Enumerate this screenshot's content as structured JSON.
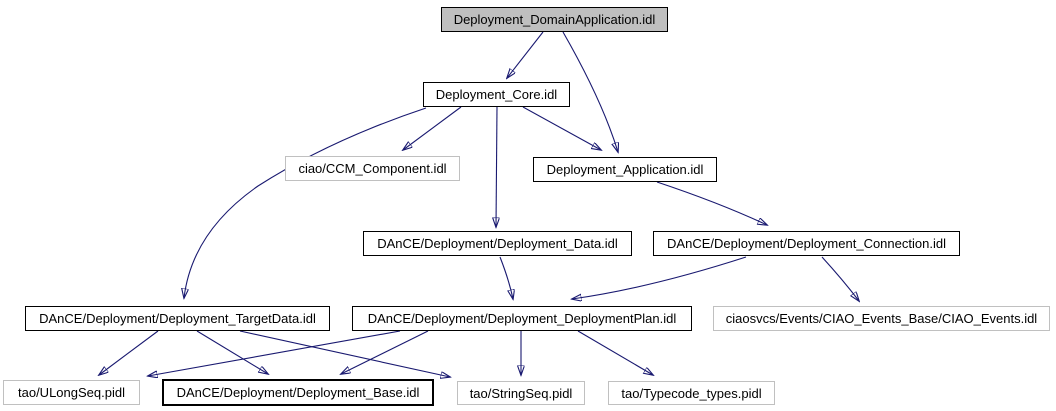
{
  "diagram": {
    "type": "include-dependency-graph",
    "colors": {
      "edge": "#191970",
      "node_border": "#000000",
      "external_node_border": "#c0c0c0",
      "current_node_fill": "#bfbfbf",
      "node_fill": "#ffffff",
      "background": "#ffffff"
    },
    "nodes": [
      {
        "id": "deployment-domainapplication",
        "label": "Deployment_DomainApplication.idl",
        "style": "current"
      },
      {
        "id": "deployment-core",
        "label": "Deployment_Core.idl",
        "style": "linked"
      },
      {
        "id": "ccm-component",
        "label": "ciao/CCM_Component.idl",
        "style": "external"
      },
      {
        "id": "deployment-application",
        "label": "Deployment_Application.idl",
        "style": "linked"
      },
      {
        "id": "deployment-data",
        "label": "DAnCE/Deployment/Deployment_Data.idl",
        "style": "linked"
      },
      {
        "id": "deployment-connection",
        "label": "DAnCE/Deployment/Deployment_Connection.idl",
        "style": "linked"
      },
      {
        "id": "deployment-targetdata",
        "label": "DAnCE/Deployment/Deployment_TargetData.idl",
        "style": "linked"
      },
      {
        "id": "deployment-deploymentplan",
        "label": "DAnCE/Deployment/Deployment_DeploymentPlan.idl",
        "style": "linked"
      },
      {
        "id": "ciao-events",
        "label": "ciaosvcs/Events/CIAO_Events_Base/CIAO_Events.idl",
        "style": "external"
      },
      {
        "id": "ulongseq",
        "label": "tao/ULongSeq.pidl",
        "style": "external"
      },
      {
        "id": "deployment-base",
        "label": "DAnCE/Deployment/Deployment_Base.idl",
        "style": "linked-bold"
      },
      {
        "id": "stringseq",
        "label": "tao/StringSeq.pidl",
        "style": "external"
      },
      {
        "id": "typecode-types",
        "label": "tao/Typecode_types.pidl",
        "style": "external"
      }
    ],
    "edges": [
      {
        "from": "deployment-domainapplication",
        "to": "deployment-core"
      },
      {
        "from": "deployment-domainapplication",
        "to": "deployment-application"
      },
      {
        "from": "deployment-core",
        "to": "ccm-component"
      },
      {
        "from": "deployment-core",
        "to": "deployment-application"
      },
      {
        "from": "deployment-core",
        "to": "deployment-data"
      },
      {
        "from": "deployment-core",
        "to": "deployment-targetdata"
      },
      {
        "from": "deployment-application",
        "to": "deployment-connection"
      },
      {
        "from": "deployment-data",
        "to": "deployment-deploymentplan"
      },
      {
        "from": "deployment-connection",
        "to": "deployment-deploymentplan"
      },
      {
        "from": "deployment-connection",
        "to": "ciao-events"
      },
      {
        "from": "deployment-targetdata",
        "to": "ulongseq"
      },
      {
        "from": "deployment-targetdata",
        "to": "deployment-base"
      },
      {
        "from": "deployment-targetdata",
        "to": "stringseq"
      },
      {
        "from": "deployment-deploymentplan",
        "to": "ulongseq"
      },
      {
        "from": "deployment-deploymentplan",
        "to": "deployment-base"
      },
      {
        "from": "deployment-deploymentplan",
        "to": "stringseq"
      },
      {
        "from": "deployment-deploymentplan",
        "to": "typecode-types"
      }
    ]
  }
}
